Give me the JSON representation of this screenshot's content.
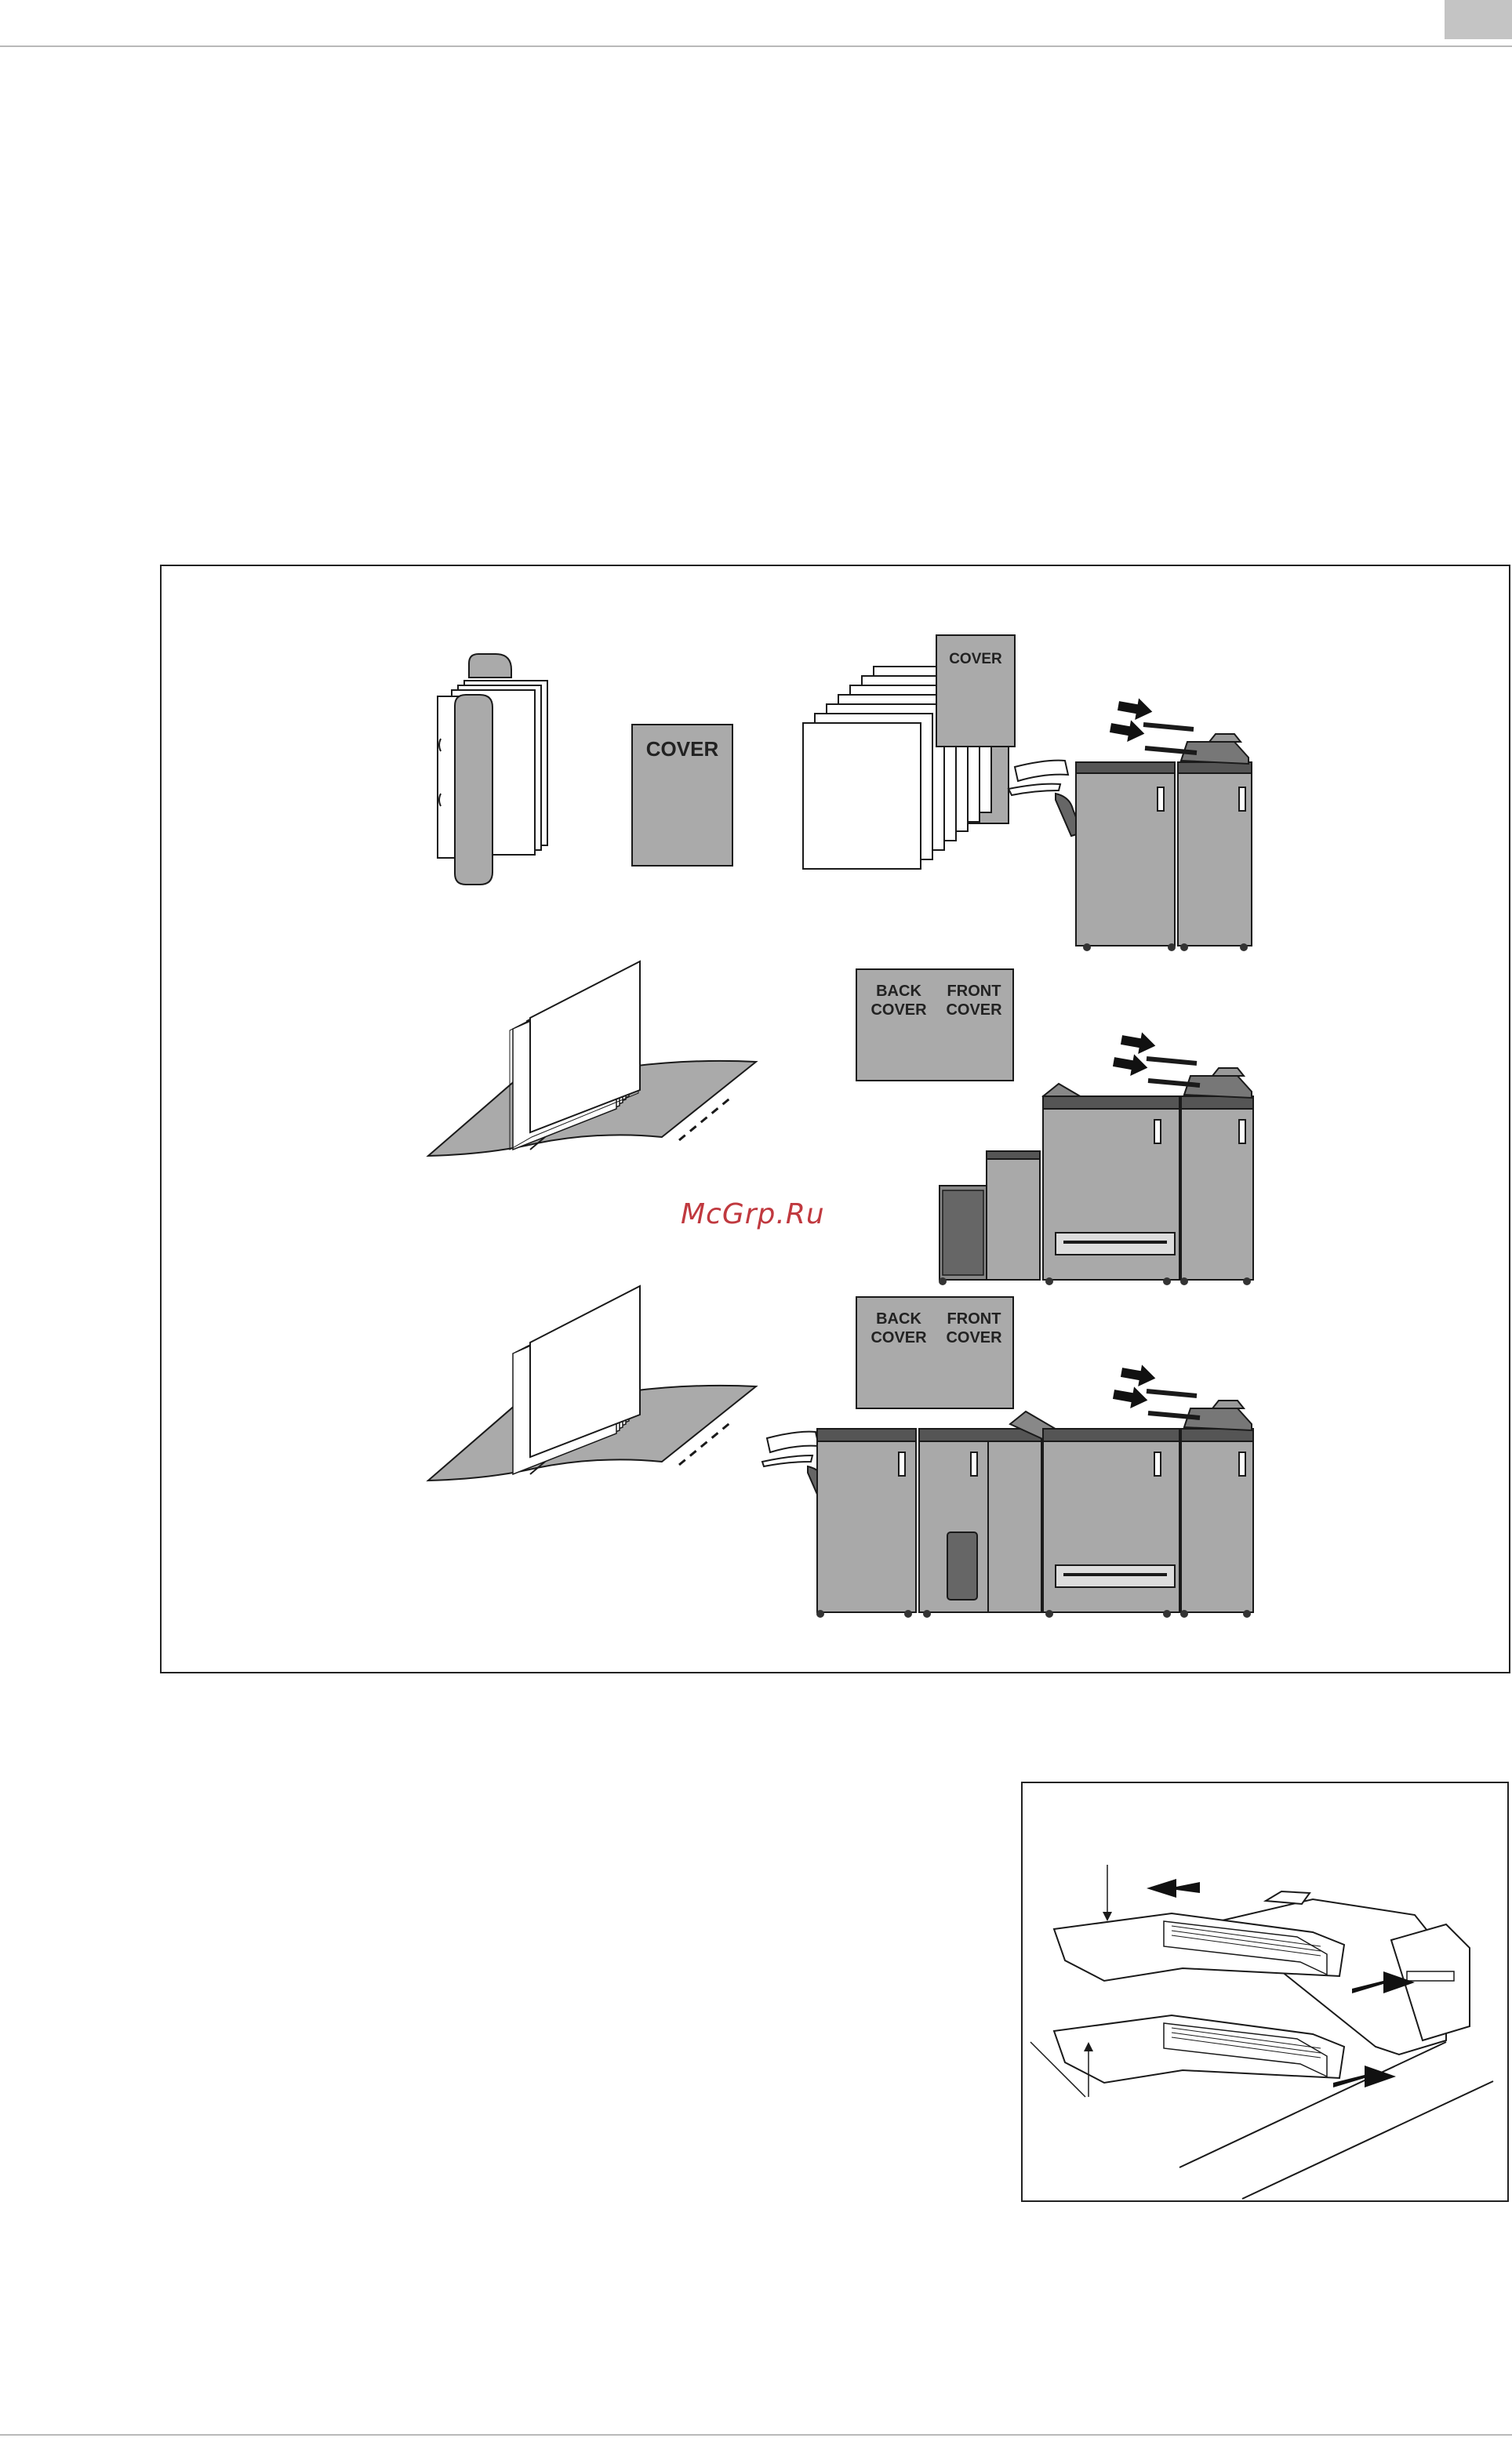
{
  "figure_labels": {
    "cover_single": "COVER",
    "cover_stack": "COVER",
    "back_cover": "BACK\nCOVER",
    "front_cover": "FRONT\nCOVER"
  },
  "watermark": {
    "text": "McGrp.Ru"
  },
  "colors": {
    "paper_gray": "#aaaaaa",
    "machine_gray": "#a9a9a9",
    "dark_gray": "#555555",
    "outline": "#1a1a1a",
    "watermark": "#c0393f"
  }
}
